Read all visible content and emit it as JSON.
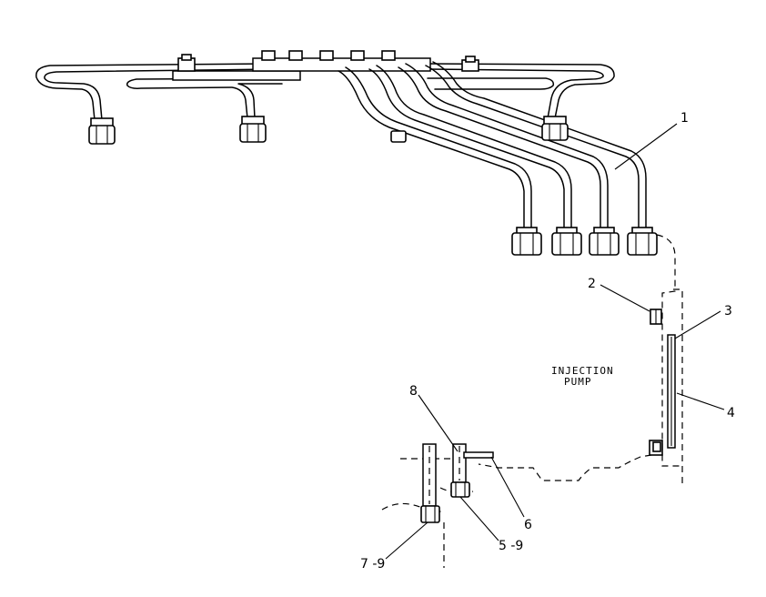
{
  "diagram": {
    "text_label": [
      "INJECTION",
      "PUMP"
    ],
    "callouts": [
      "1",
      "2",
      "3",
      "4",
      "5 -9",
      "6",
      "7 -9",
      "8"
    ]
  }
}
